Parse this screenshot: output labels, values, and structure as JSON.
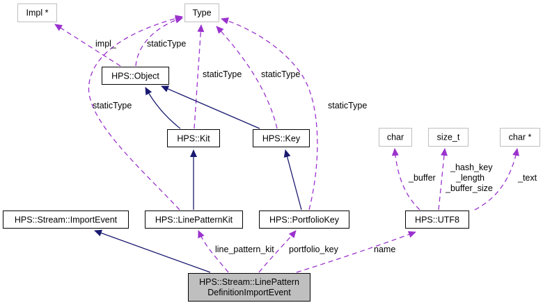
{
  "diagram": {
    "type": "collaboration-graph",
    "nodes": {
      "impl_ptr": {
        "label": "Impl *",
        "style": "external"
      },
      "type": {
        "label": "Type",
        "style": "external"
      },
      "object": {
        "label": "HPS::Object",
        "style": "class"
      },
      "kit": {
        "label": "HPS::Kit",
        "style": "class"
      },
      "key": {
        "label": "HPS::Key",
        "style": "class"
      },
      "char": {
        "label": "char",
        "style": "external"
      },
      "size_t": {
        "label": "size_t",
        "style": "external"
      },
      "char_ptr": {
        "label": "char *",
        "style": "external"
      },
      "import_event": {
        "label": "HPS::Stream::ImportEvent",
        "style": "class"
      },
      "line_pattern_kit": {
        "label": "HPS::LinePatternKit",
        "style": "class"
      },
      "portfolio_key": {
        "label": "HPS::PortfolioKey",
        "style": "class"
      },
      "utf8": {
        "label": "HPS::UTF8",
        "style": "class"
      },
      "main": {
        "label_line1": "HPS::Stream::LinePattern",
        "label_line2": "DefinitionImportEvent",
        "style": "focus"
      }
    },
    "edges": [
      {
        "from": "object",
        "to": "impl_ptr",
        "kind": "usage",
        "label": "impl_"
      },
      {
        "from": "object",
        "to": "type",
        "kind": "usage",
        "label": "staticType"
      },
      {
        "from": "kit",
        "to": "type",
        "kind": "usage",
        "label": "staticType"
      },
      {
        "from": "key",
        "to": "type",
        "kind": "usage",
        "label": "staticType"
      },
      {
        "from": "line_pattern_kit",
        "to": "type",
        "kind": "usage",
        "label": "staticType"
      },
      {
        "from": "portfolio_key",
        "to": "type",
        "kind": "usage",
        "label": "staticType"
      },
      {
        "from": "kit",
        "to": "object",
        "kind": "inheritance"
      },
      {
        "from": "key",
        "to": "object",
        "kind": "inheritance"
      },
      {
        "from": "line_pattern_kit",
        "to": "kit",
        "kind": "inheritance"
      },
      {
        "from": "portfolio_key",
        "to": "key",
        "kind": "inheritance"
      },
      {
        "from": "utf8",
        "to": "char",
        "kind": "usage",
        "label": "_buffer"
      },
      {
        "from": "utf8",
        "to": "size_t",
        "kind": "usage",
        "label_lines": [
          "_hash_key",
          "_length",
          "_buffer_size"
        ]
      },
      {
        "from": "utf8",
        "to": "char_ptr",
        "kind": "usage",
        "label": "_text"
      },
      {
        "from": "main",
        "to": "import_event",
        "kind": "inheritance"
      },
      {
        "from": "main",
        "to": "line_pattern_kit",
        "kind": "usage",
        "label": "line_pattern_kit"
      },
      {
        "from": "main",
        "to": "portfolio_key",
        "kind": "usage",
        "label": "portfolio_key"
      },
      {
        "from": "main",
        "to": "utf8",
        "kind": "usage",
        "label": "name"
      }
    ],
    "colors": {
      "inheritance": "#191970",
      "usage": "#9a32cd",
      "external_border": "#bfbfbf",
      "class_border": "#000000",
      "focus_fill": "#bfbfbf"
    }
  }
}
